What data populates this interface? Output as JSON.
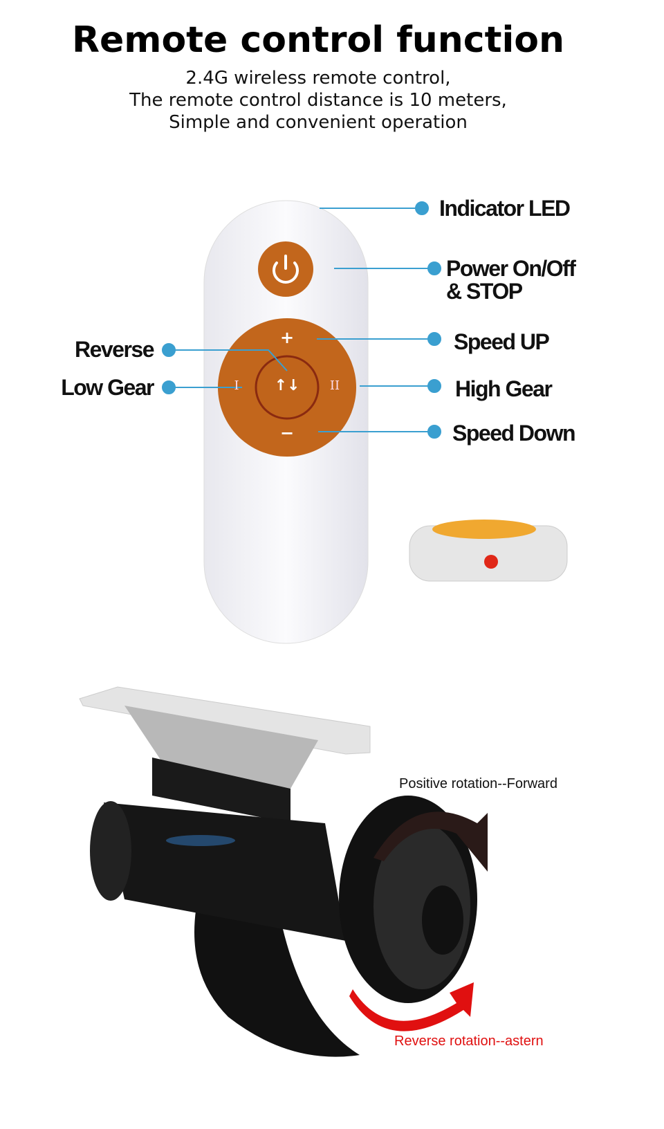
{
  "header": {
    "title": "Remote control function",
    "subtitle_lines": [
      "2.4G wireless remote control,",
      "The remote control distance is 10 meters,",
      "Simple and convenient operation"
    ]
  },
  "remote": {
    "callouts": {
      "indicator_led": "Indicator LED",
      "power_line1": "Power On/Off",
      "power_line2": "& STOP",
      "speed_up": "Speed UP",
      "high_gear": "High Gear",
      "speed_down": "Speed Down",
      "reverse": "Reverse",
      "low_gear": "Low Gear"
    },
    "button_glyphs": {
      "plus": "+",
      "minus": "−",
      "low": "I",
      "high": "II",
      "reverse": "↑↓"
    },
    "colors": {
      "button": "#c2661c",
      "callout": "#3a9fd0",
      "body": "#f4f4f8"
    }
  },
  "thruster": {
    "forward_caption": "Positive rotation--Forward",
    "astern_caption": "Reverse rotation--astern",
    "colors": {
      "astern": "#e01010",
      "forward_arrow": "#2a1a18"
    }
  }
}
